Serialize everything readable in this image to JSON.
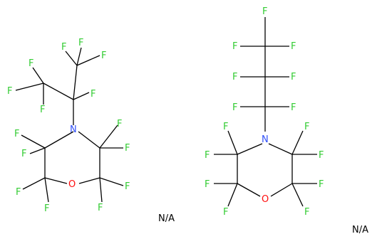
{
  "colors": {
    "F": "#33cc33",
    "N": "#3050f8",
    "O": "#ff0d0d",
    "bond": "#000000"
  },
  "structures": [
    {
      "caption": "N/A"
    },
    {
      "caption": "N/A"
    }
  ],
  "atom_labels": {
    "fluorine": "F",
    "nitrogen": "N",
    "oxygen": "O"
  }
}
